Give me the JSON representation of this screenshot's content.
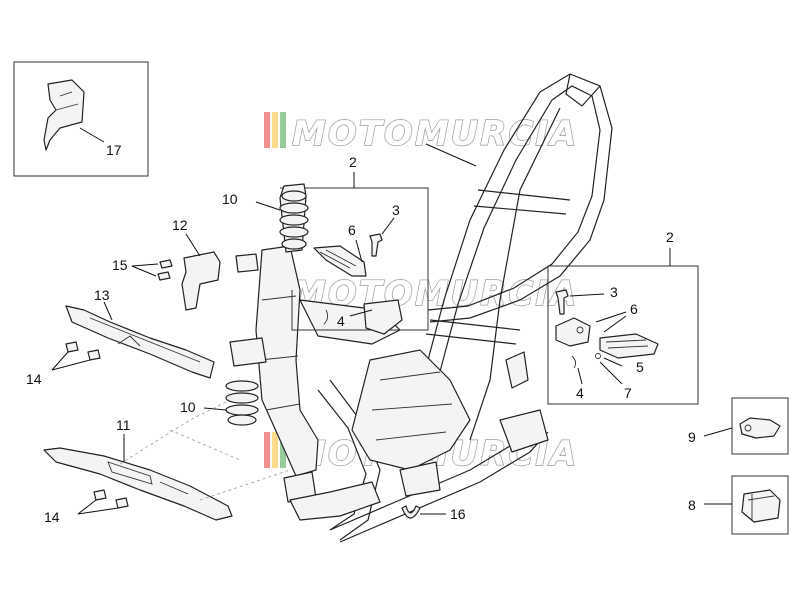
{
  "watermark": {
    "text": "MOTOMURCIA",
    "stripe_colors": [
      "#e53935",
      "#fbc02d",
      "#43a047"
    ]
  },
  "callouts": {
    "c2a": "2",
    "c3a": "3",
    "c6a": "6",
    "c4a": "4",
    "c2b": "2",
    "c3b": "3",
    "c6b": "6",
    "c5b": "5",
    "c4b": "4",
    "c7b": "7",
    "c8": "8",
    "c9": "9",
    "c10a": "10",
    "c10b": "10",
    "c11": "11",
    "c12": "12",
    "c13": "13",
    "c14a": "14",
    "c14b": "14",
    "c15": "15",
    "c16": "16",
    "c17": "17"
  }
}
